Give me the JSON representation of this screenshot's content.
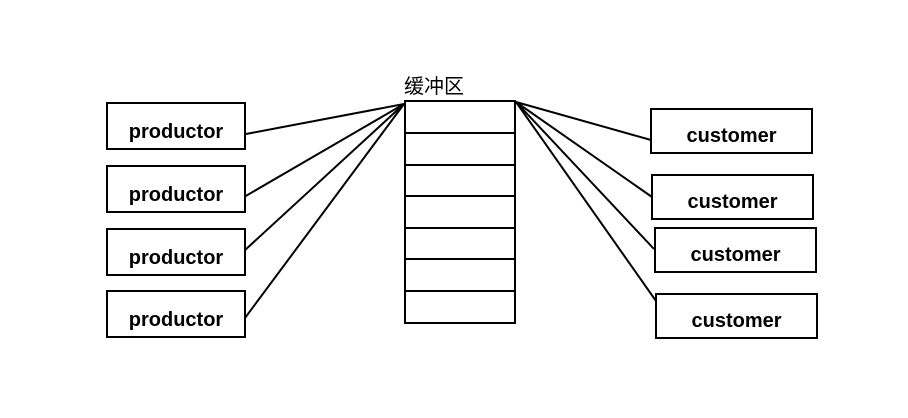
{
  "buffer": {
    "title": "缓冲区",
    "slots": 7
  },
  "producers": [
    {
      "label": "productor"
    },
    {
      "label": "productor"
    },
    {
      "label": "productor"
    },
    {
      "label": "productor"
    }
  ],
  "consumers": [
    {
      "label": "customer"
    },
    {
      "label": "customer"
    },
    {
      "label": "customer"
    },
    {
      "label": "customer"
    }
  ],
  "colors": {
    "line": "#000000",
    "background": "#ffffff"
  }
}
